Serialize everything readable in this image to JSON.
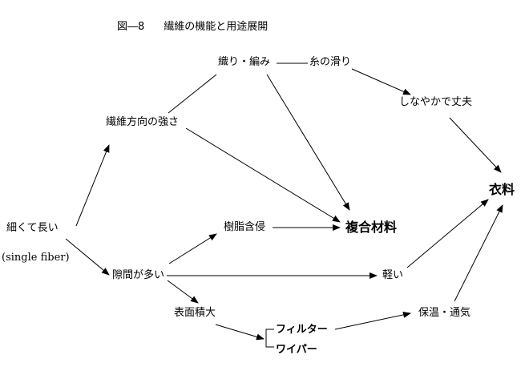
{
  "title": {
    "figure_no": "図―8",
    "text": "繊維の機能と用途展開"
  },
  "nodes": {
    "fine_long": "細くて長い",
    "single_fiber": "(single fiber)",
    "fiber_direction_strength": "繊維方向の強さ",
    "weave_knit": "織り・編み",
    "yarn_slip": "糸の滑り",
    "soft_durable": "しなやかで丈夫",
    "clothing": "衣料",
    "composite": "複合材料",
    "resin_impregnation": "樹脂含侵",
    "many_gaps": "隙間が多い",
    "light": "軽い",
    "large_surface": "表面積大",
    "warmth_ventilation": "保温・通気",
    "filter": "フィルター",
    "wiper": "ワイパー"
  }
}
